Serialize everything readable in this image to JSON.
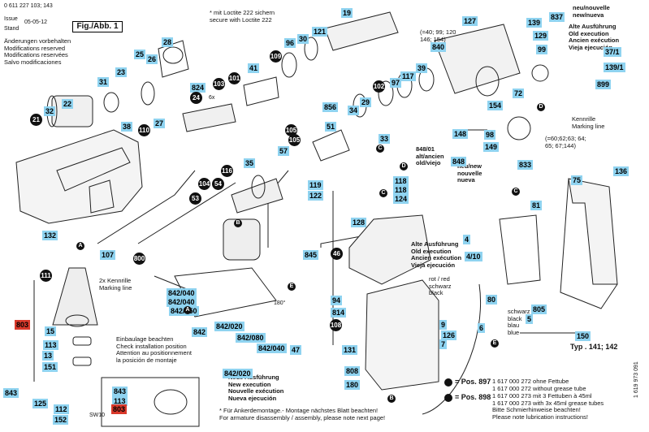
{
  "header": {
    "doc_number": "0 611 227 103; 143",
    "issue_label": "Issue",
    "issue_date": "05-05-12",
    "stand_label": "Stand",
    "figure_label": "Fig./Abb. 1",
    "changes_note": "Änderungen vorbehalten\nModifications reserved\nModifications reservées\nSalvo modificaciones"
  },
  "loctite_note": "* mit Loctite 222 sichern\nsecure with Loctite 222",
  "legend_new": "neu/nouvelle\nnew/nueva",
  "legend_old": "Alte Ausführung\nOld execution\nAncien exécution\nVieja ejecución",
  "variant_note": "(=40; 99; 120\n146; 154)",
  "variant_note_860": "(=60;62;63; 64;\n65; 67;144)",
  "marking_line_1": "Kennrille\nMarking line",
  "marking_line_2": "2x Kennrille\nMarking line",
  "old_new_1": "848/01\nalt/ancien\nold/viejo",
  "new_848": "neu/new\nnouvelle\nnueva",
  "old_exec_2": "Alte Ausführung\nOld execution\nAncien exécution\nVieja ejecución",
  "new_exec": "Neue Ausführung\nNew execution\nNouvelle exécution\nNueva ejecución",
  "install_note": "Einbaulage beachten\nCheck installation position\nAttention au positionnement\nla posición de montaje",
  "wire_colors_1": "rot / red\nschwarz\nblack",
  "wire_colors_2": "schwarz\nblack\nblau\nblue",
  "typ_note": "Typ . 141; 142",
  "pos_897": {
    "label": "= Pos. 897",
    "text": "1 617 000 272 ohne Fettube\n1 617 000 272 without grease tube"
  },
  "pos_898": {
    "label": "= Pos. 898",
    "text": "1 617 000 273 mit 3 Fettuben à 45ml\n1 617 000 273 with 3x 45ml grease tubes\nBitte Schmierhinweise beachten!\nPlease note lubrication instructions!"
  },
  "footer_note": "* Für Ankerdemontage.- Montage nächstes Blatt beachten!\nFor armature disassembly / assembly, please note next page!",
  "side_code": "1 619 973 091",
  "rpm_note": "180°",
  "sw_label": "SW10",
  "six_x": "6x",
  "labels": [
    {
      "t": "19"
    },
    {
      "t": "837"
    },
    {
      "t": "127"
    },
    {
      "t": "139"
    },
    {
      "t": "129"
    },
    {
      "t": "99"
    },
    {
      "t": "37/1"
    },
    {
      "t": "139/1"
    },
    {
      "t": "899"
    },
    {
      "t": "28"
    },
    {
      "t": "30"
    },
    {
      "t": "121"
    },
    {
      "t": "96"
    },
    {
      "t": "840"
    },
    {
      "t": "26"
    },
    {
      "t": "25"
    },
    {
      "t": "41"
    },
    {
      "t": "23"
    },
    {
      "t": "31"
    },
    {
      "t": "824"
    },
    {
      "t": "39"
    },
    {
      "t": "117"
    },
    {
      "t": "97"
    },
    {
      "t": "154"
    },
    {
      "t": "72"
    },
    {
      "t": "22"
    },
    {
      "t": "32"
    },
    {
      "t": "33"
    },
    {
      "t": "29"
    },
    {
      "t": "27"
    },
    {
      "t": "35"
    },
    {
      "t": "38"
    },
    {
      "t": "856"
    },
    {
      "t": "34"
    },
    {
      "t": "148"
    },
    {
      "t": "98"
    },
    {
      "t": "149"
    },
    {
      "t": "51"
    },
    {
      "t": "57"
    },
    {
      "t": "848"
    },
    {
      "t": "833"
    },
    {
      "t": "136"
    },
    {
      "t": "75"
    },
    {
      "t": "119"
    },
    {
      "t": "122"
    },
    {
      "t": "118"
    },
    {
      "t": "118"
    },
    {
      "t": "124"
    },
    {
      "t": "81"
    },
    {
      "t": "128"
    },
    {
      "t": "132"
    },
    {
      "t": "107"
    },
    {
      "t": "845"
    },
    {
      "t": "4"
    },
    {
      "t": "5"
    },
    {
      "t": "4/10"
    },
    {
      "t": "842/040"
    },
    {
      "t": "842/040"
    },
    {
      "t": "842/050"
    },
    {
      "t": "842/020"
    },
    {
      "t": "842/080"
    },
    {
      "t": "842/040"
    },
    {
      "t": "842"
    },
    {
      "t": "842/020"
    },
    {
      "t": "94"
    },
    {
      "t": "814"
    },
    {
      "t": "80"
    },
    {
      "t": "9"
    },
    {
      "t": "126"
    },
    {
      "t": "7"
    },
    {
      "t": "131"
    },
    {
      "t": "808"
    },
    {
      "t": "180"
    },
    {
      "t": "805"
    },
    {
      "t": "5"
    },
    {
      "t": "6"
    },
    {
      "t": "150"
    },
    {
      "t": "47"
    },
    {
      "t": "15"
    },
    {
      "t": "113"
    },
    {
      "t": "13"
    },
    {
      "t": "151"
    },
    {
      "t": "843"
    },
    {
      "t": "125"
    },
    {
      "t": "112"
    },
    {
      "t": "152"
    },
    {
      "t": "843"
    },
    {
      "t": "113"
    },
    {
      "t": "803"
    },
    {
      "t": "803"
    }
  ],
  "circles": [
    {
      "t": "109"
    },
    {
      "t": "101"
    },
    {
      "t": "103"
    },
    {
      "t": "24"
    },
    {
      "t": "21"
    },
    {
      "t": "110"
    },
    {
      "t": "105"
    },
    {
      "t": "105"
    },
    {
      "t": "102"
    },
    {
      "t": "116"
    },
    {
      "t": "104"
    },
    {
      "t": "54"
    },
    {
      "t": "53"
    },
    {
      "t": "46"
    },
    {
      "t": "108"
    },
    {
      "t": "111"
    },
    {
      "t": "800"
    }
  ],
  "letters": [
    {
      "t": "C"
    },
    {
      "t": "D"
    },
    {
      "t": "D"
    },
    {
      "t": "C"
    },
    {
      "t": "C"
    },
    {
      "t": "B"
    },
    {
      "t": "A"
    },
    {
      "t": "E"
    },
    {
      "t": "B"
    },
    {
      "t": "A"
    },
    {
      "t": "E"
    }
  ]
}
